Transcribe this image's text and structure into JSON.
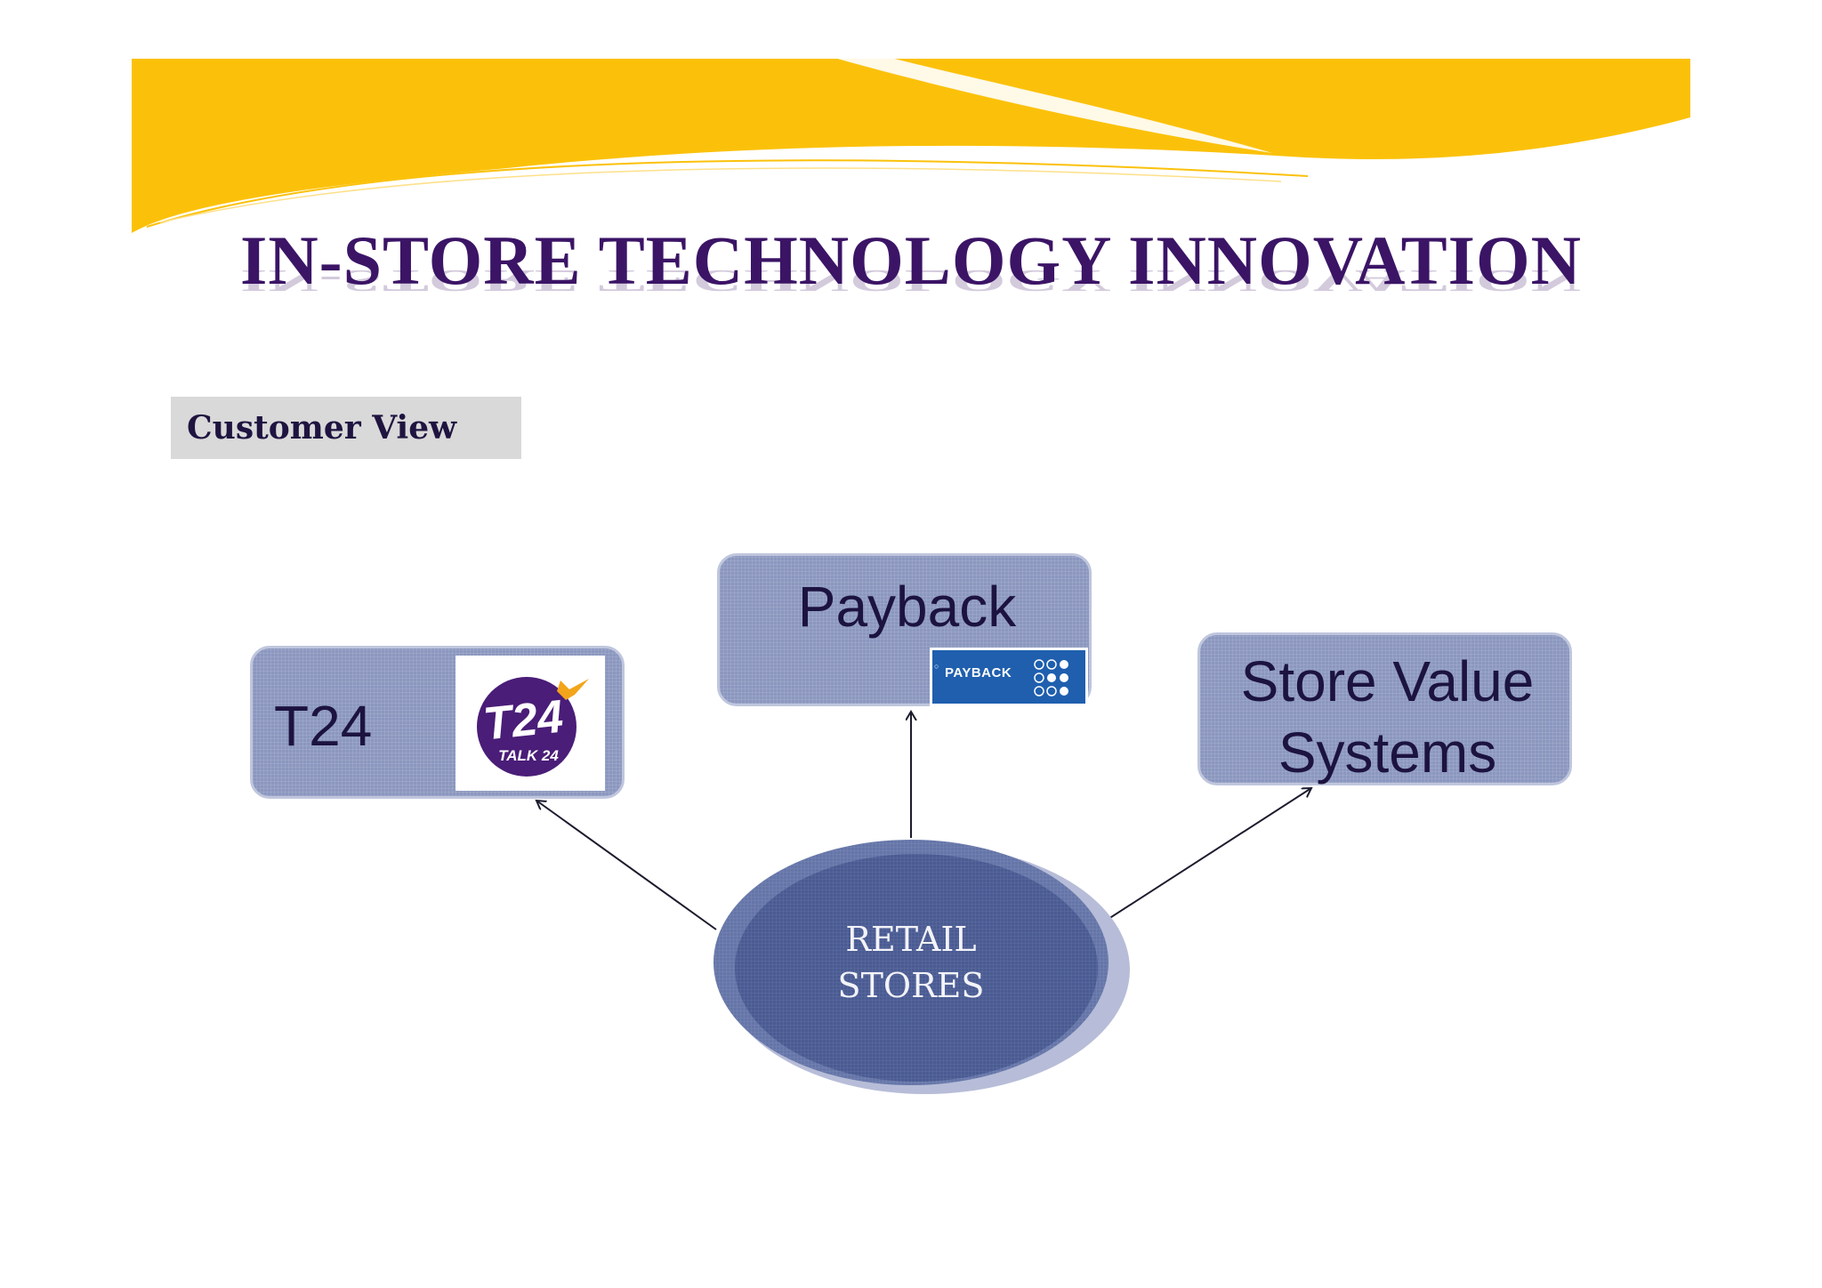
{
  "slide": {
    "title": "IN-STORE TECHNOLOGY INNOVATION",
    "section_label": "Customer View"
  },
  "diagram": {
    "center": {
      "label_line1": "RETAIL",
      "label_line2": "STORES"
    },
    "nodes": [
      {
        "id": "t24",
        "label": "T24",
        "logo_icon": "t24-talk24-logo",
        "logo_text_main": "T24",
        "logo_text_sub": "TALK 24"
      },
      {
        "id": "payback",
        "label": "Payback",
        "logo_icon": "payback-logo",
        "logo_text": "PAYBACK"
      },
      {
        "id": "store-value-systems",
        "label_line1": "Store Value",
        "label_line2": "Systems"
      }
    ]
  },
  "colors": {
    "header_band": "#fbc10a",
    "title": "#3b1466",
    "node_fill": "#8b97bf",
    "center_fill": "#4a5b93",
    "payback_blue": "#1f5fae",
    "t24_purple": "#4a1d78",
    "t24_bird": "#f2a51a"
  }
}
